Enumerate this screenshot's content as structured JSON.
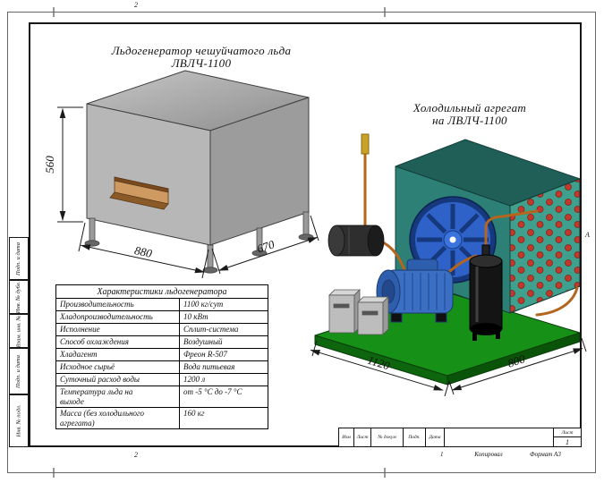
{
  "page": {
    "zone_top": "2",
    "zone_bottom": "2",
    "zone_bottom_right": "1",
    "zone_right_letter": "А",
    "kopiroval": "Копировал",
    "format_label": "Формат А3",
    "sheet_label": "Лист",
    "sheet_number": "1",
    "stamp_columns": [
      "Изм",
      "Лист",
      "№ докум",
      "Подп.",
      "Дата"
    ],
    "margin_labels": [
      "Подп. и дата",
      "Инв. № дубл.",
      "Взам. инв. №",
      "Подп. и дата",
      "Инв. № подл."
    ]
  },
  "ice_generator": {
    "title_line1": "Льдогенератор чешуйчатого льда",
    "title_line2": "ЛВЛЧ-1100",
    "dims": {
      "height": "560",
      "width": "880",
      "depth": "670"
    }
  },
  "refrigeration_unit": {
    "title_line1": "Холодильный агрегат",
    "title_line2": "на ЛВЛЧ-1100",
    "dims": {
      "width": "1120",
      "depth": "800"
    }
  },
  "characteristics": {
    "title": "Характеристики льдогенератора",
    "rows": [
      {
        "label": "Производительность",
        "value": "1100 кг/сут"
      },
      {
        "label": "Хладопроизводительность",
        "value": "10 кВт"
      },
      {
        "label": "Исполнение",
        "value": "Сплит-система"
      },
      {
        "label": "Способ охлаждения",
        "value": "Воздушный"
      },
      {
        "label": "Хладагент",
        "value": "Фреон R-507"
      },
      {
        "label": "Исходное сырьё",
        "value": "Вода питьевая"
      },
      {
        "label": "Суточный расход воды",
        "value": "1200 л"
      },
      {
        "label": "Температура льда на\nвыходе",
        "value": "от -5 °С до -7 °С"
      },
      {
        "label": "Масса (без холодильного\nагрегата)",
        "value": "160 кг"
      }
    ]
  },
  "colors": {
    "base_plate_green": "#169016",
    "condenser_teal": "#2c8076",
    "coil_dot_red": "#c0392b",
    "fan_blue": "#2f62c9",
    "compressor_blue": "#3a6fc4",
    "copper_pipe": "#b5651d",
    "chute_tan": "#cf9a62",
    "cabinet_gray": "#b7b7b7"
  }
}
